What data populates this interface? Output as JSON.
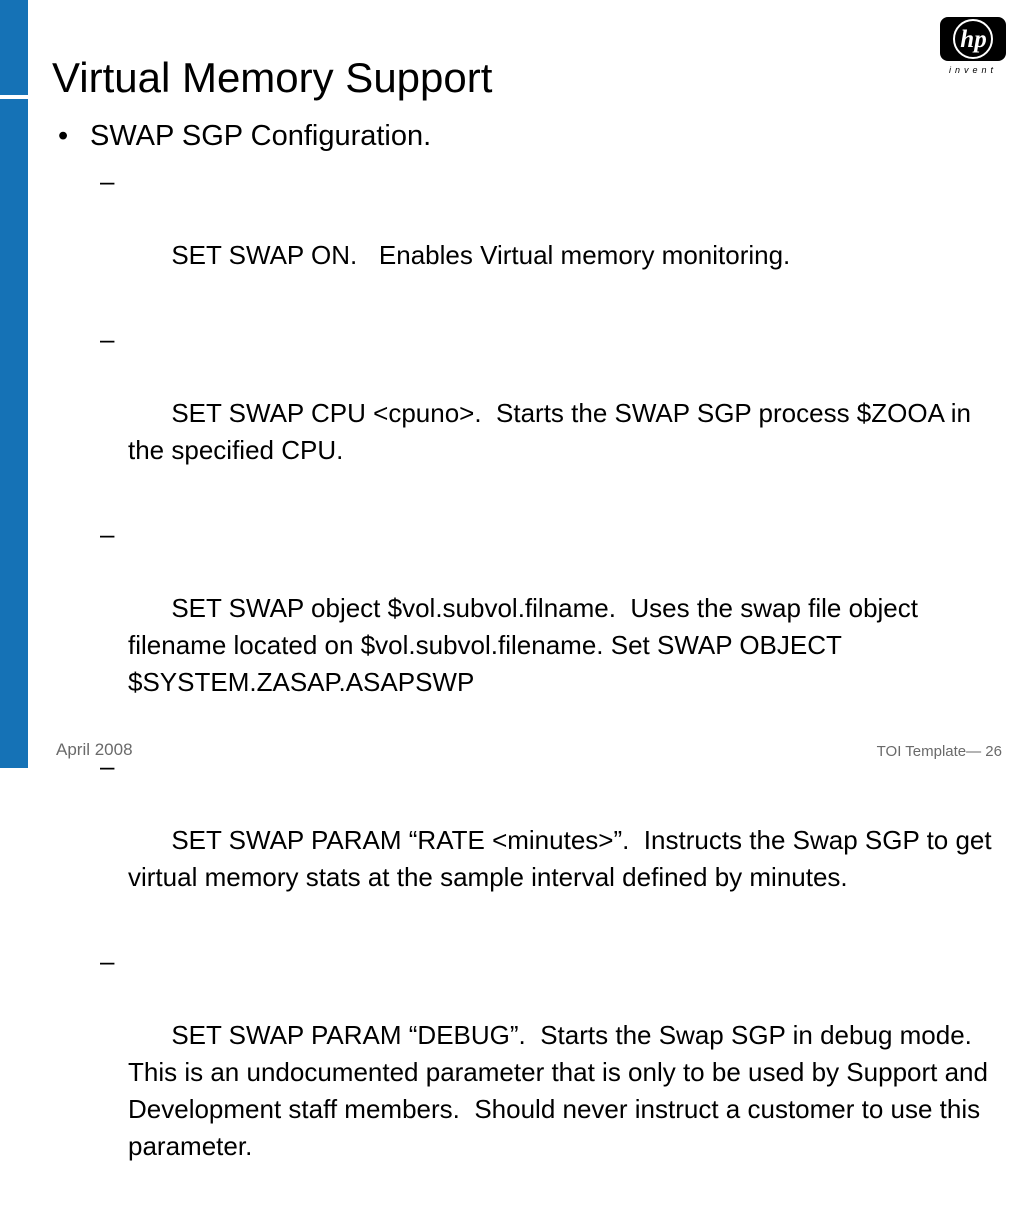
{
  "slide": {
    "title": "Virtual Memory Support",
    "bullet": "SWAP SGP Configuration.",
    "bullet_marker": "•",
    "sub_marker": "–",
    "subitems": [
      {
        "text": "SET SWAP ON.   Enables Virtual memory monitoring."
      },
      {
        "text": "SET SWAP CPU <cpuno>.  Starts the SWAP SGP process $ZOOA in the specified CPU."
      },
      {
        "text": "SET SWAP object $vol.subvol.filname.  Uses the swap file object filename located on $vol.subvol.filename. Set SWAP OBJECT $SYSTEM.ZASAP.ASAPSWP"
      },
      {
        "text": "SET SWAP PARAM “RATE <minutes>”.  Instructs the Swap SGP to get virtual memory stats at the sample interval defined by minutes."
      },
      {
        "text": "SET SWAP PARAM “DEBUG”.  Starts the Swap SGP in debug mode.  This is an undocumented parameter that is only to be used by Support and Development staff members.  Should never instruct a customer to use this parameter."
      }
    ]
  },
  "logo": {
    "mark": "hp",
    "tagline": "invent",
    "icon": "hp-logo-icon"
  },
  "footer": {
    "date": "April 2008",
    "template": "TOI Template— 26"
  },
  "colors": {
    "accent_bar": "#1572b6",
    "footer_text": "#6a6a6a"
  }
}
